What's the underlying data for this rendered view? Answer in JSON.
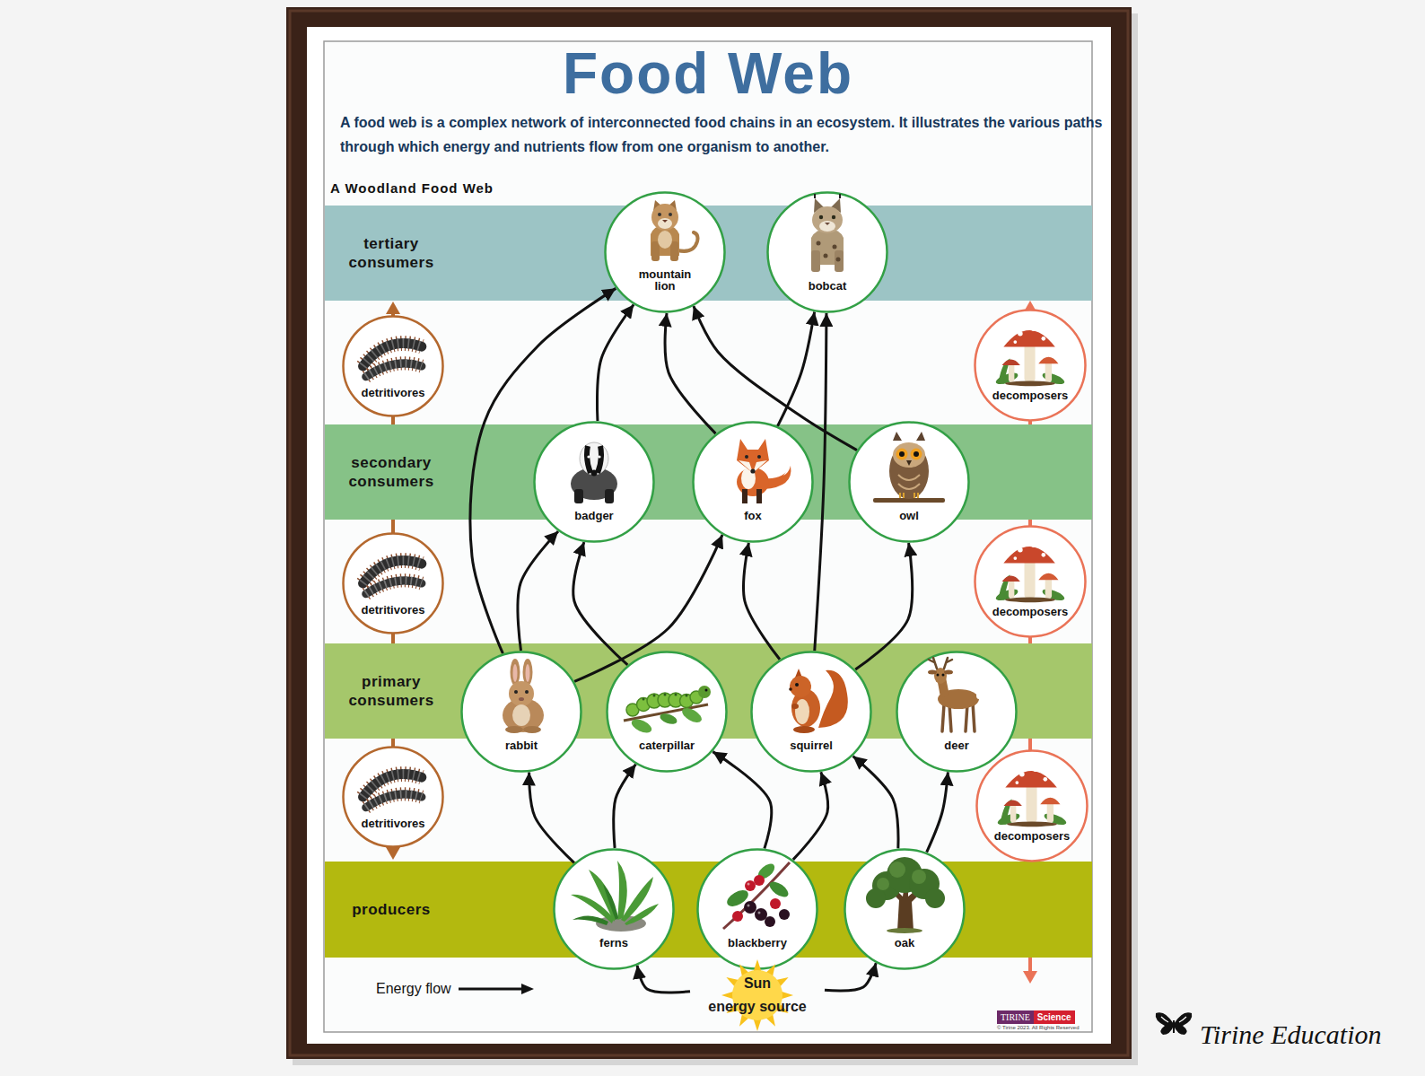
{
  "diagram": {
    "title": "Food Web",
    "caption": "A food web is a complex network of interconnected food chains in an ecosystem. It illustrates the various paths through which energy and nutrients flow from one organism to another.",
    "nodes": [
      {
        "text": [
          "tertiary consumers"
        ]
      },
      {
        "text": [
          "mountain lion"
        ]
      },
      {
        "text": [
          "bobcat"
        ]
      },
      {
        "text": [
          "detritivores"
        ]
      },
      {
        "text": [
          "decomposers"
        ]
      },
      {
        "text": [
          "secondary consumers"
        ]
      },
      {
        "text": [
          "badger"
        ]
      },
      {
        "text": [
          "fox"
        ]
      },
      {
        "text": [
          "owl"
        ]
      },
      {
        "text": [
          "detritivores"
        ]
      },
      {
        "text": [
          "decomposers"
        ]
      },
      {
        "text": [
          "primary consumers"
        ]
      },
      {
        "text": [
          "rabbit"
        ]
      },
      {
        "text": [
          "caterpillar"
        ]
      },
      {
        "text": [
          "squirrel"
        ]
      },
      {
        "text": [
          "deer"
        ]
      },
      {
        "text": [
          "detritivores"
        ]
      },
      {
        "text": [
          "decomposers"
        ]
      },
      {
        "text": [
          "producers"
        ]
      },
      {
        "text": [
          "ferns"
        ]
      },
      {
        "text": [
          "blackberry"
        ]
      },
      {
        "text": [
          "oak"
        ]
      },
      {
        "text": [
          "Sun",
          "energy source"
        ]
      }
    ],
    "edges": [
      {
        "from": 22,
        "to": 19,
        "arrow": "to"
      },
      {
        "from": 22,
        "to": 21,
        "arrow": "to"
      },
      {
        "from": 19,
        "to": 12,
        "arrow": "to"
      },
      {
        "from": 19,
        "to": 13,
        "arrow": "to"
      },
      {
        "from": 20,
        "to": 13,
        "arrow": "to"
      },
      {
        "from": 20,
        "to": 14,
        "arrow": "to"
      },
      {
        "from": 21,
        "to": 14,
        "arrow": "to"
      },
      {
        "from": 21,
        "to": 15,
        "arrow": "to"
      },
      {
        "from": 12,
        "to": 6,
        "arrow": "to"
      },
      {
        "from": 12,
        "to": 7,
        "arrow": "to"
      },
      {
        "from": 12,
        "to": 1,
        "arrow": "to"
      },
      {
        "from": 13,
        "to": 6,
        "arrow": "to"
      },
      {
        "from": 14,
        "to": 7,
        "arrow": "to"
      },
      {
        "from": 14,
        "to": 8,
        "arrow": "to"
      },
      {
        "from": 14,
        "to": 2,
        "arrow": "to"
      },
      {
        "from": 6,
        "to": 1,
        "arrow": "to"
      },
      {
        "from": 7,
        "to": 1,
        "arrow": "to"
      },
      {
        "from": 7,
        "to": 2,
        "arrow": "to"
      },
      {
        "from": 8,
        "to": 1,
        "arrow": "to"
      }
    ],
    "labels": [
      "A Woodland Food Web",
      "TIRINE",
      "Science",
      "© Tirine 2023. All Rights Reserved",
      "Tirine Education"
    ],
    "legend": [
      {
        "text": "Energy flow"
      }
    ]
  }
}
